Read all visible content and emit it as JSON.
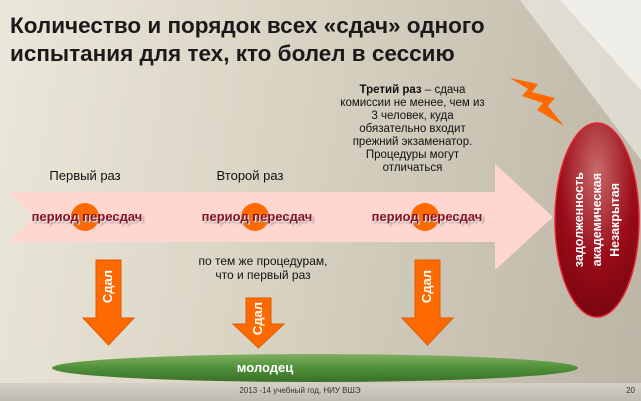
{
  "title": "Количество и порядок всех «сдач» одного испытания для тех, кто болел в сессию",
  "stages": [
    {
      "label": "Первый раз",
      "period": "период пересдач",
      "result": "Сдал"
    },
    {
      "label": "Второй раз",
      "period": "период пересдач",
      "result": "Сдал",
      "note": "по тем же процедурам, что и первый раз"
    },
    {
      "label_bold": "Третий раз",
      "label_rest": " – сдача комиссии не менее, чем из 3 человек, куда обязательно входит прежний экзаменатор. Процедуры могут отличаться",
      "period": "период пересдач",
      "result": "Сдал"
    }
  ],
  "outcome_fail": [
    "Незакрытая",
    "академическая",
    "задолженность"
  ],
  "outcome_success": "молодец",
  "footer": "2013 -14 учебный год, НИУ ВШЭ",
  "page_number": "20",
  "colors": {
    "arrow": "#ffd6d0",
    "accent": "#ff6a00",
    "fail": "#a0101c",
    "success": "#4f8f3a"
  }
}
